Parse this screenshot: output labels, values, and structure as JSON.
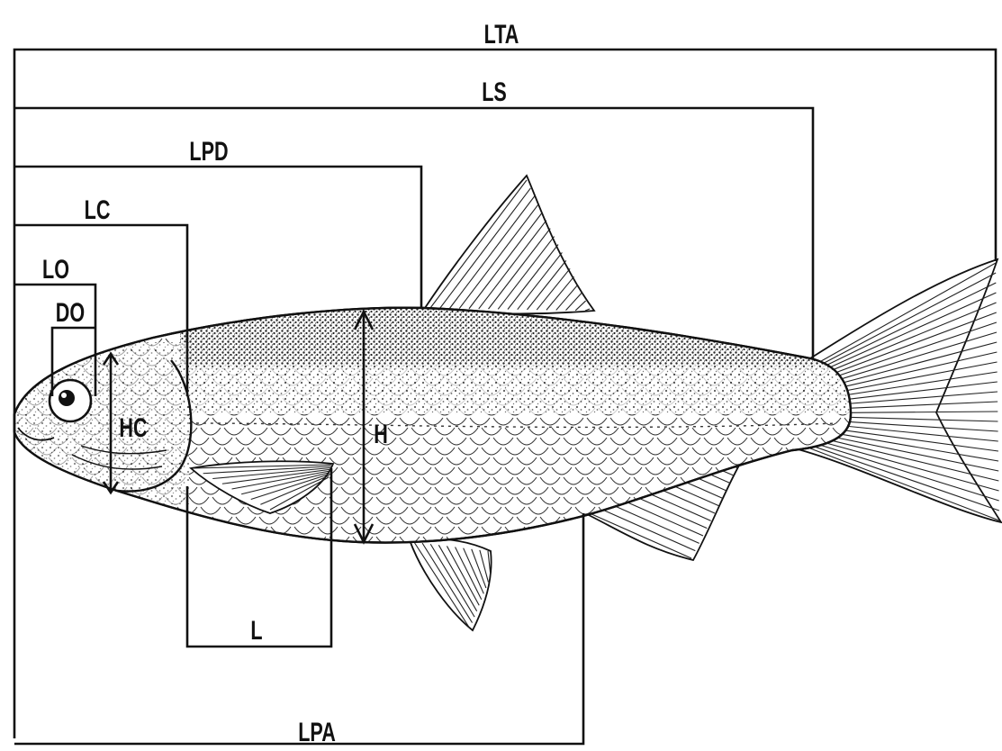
{
  "diagram": {
    "labels": {
      "lta": "LTA",
      "ls": "LS",
      "lpd": "LPD",
      "lc": "LC",
      "lo": "LO",
      "do": "DO",
      "hc": "HC",
      "h": "H",
      "l": "L",
      "lpa": "LPA"
    }
  }
}
